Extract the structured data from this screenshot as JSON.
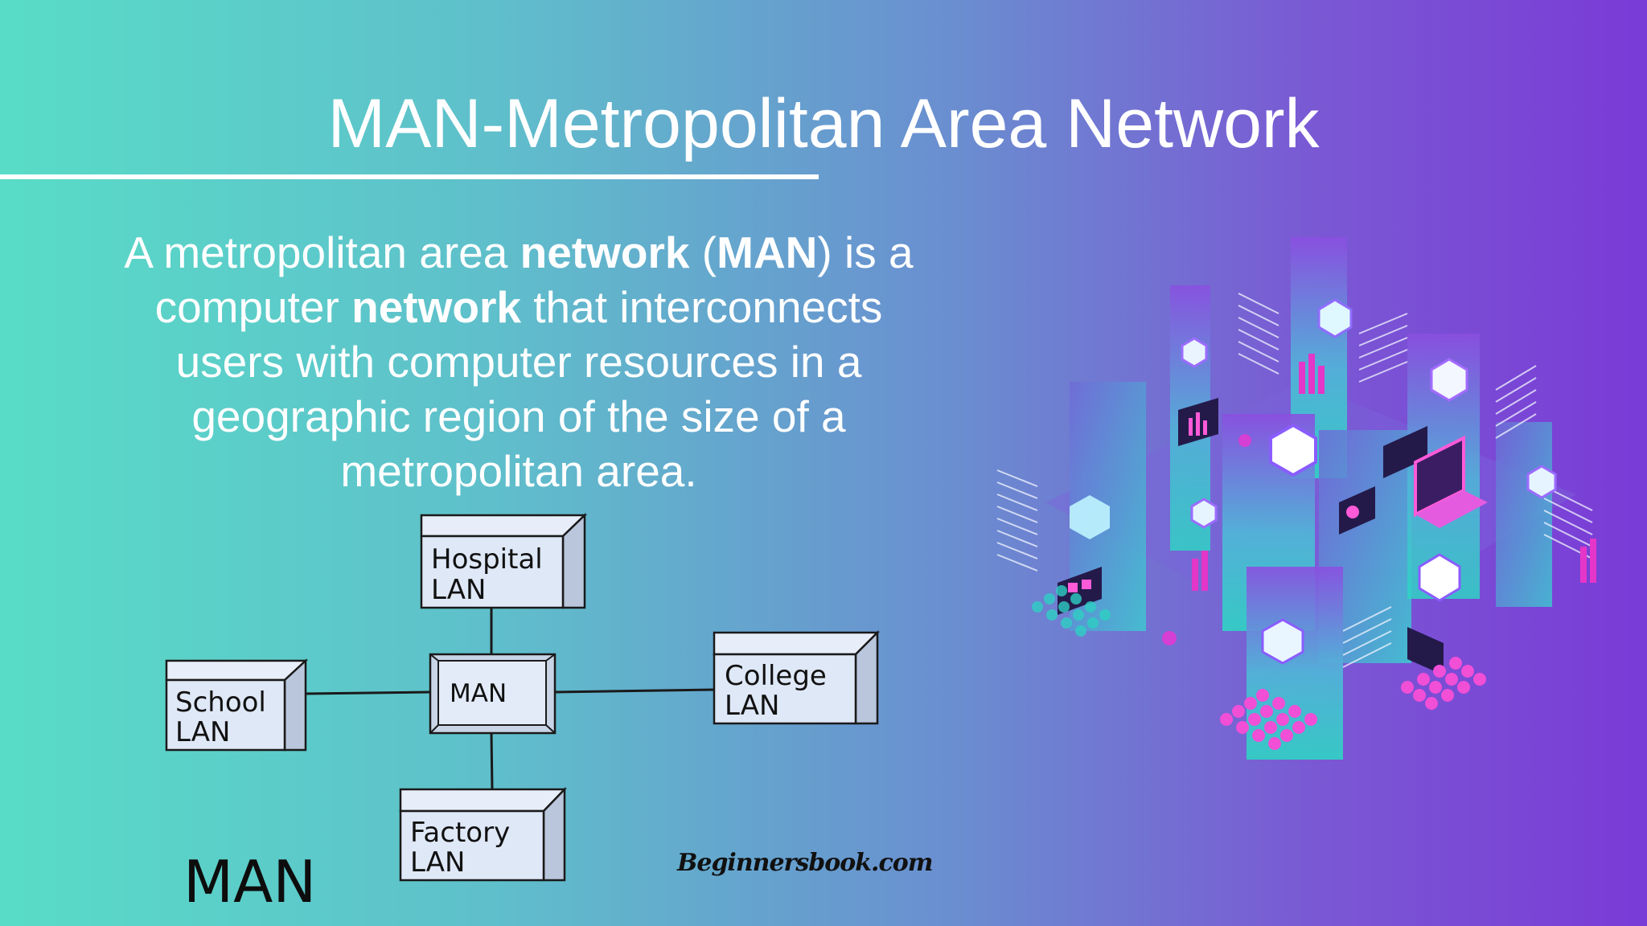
{
  "slide": {
    "title": "MAN-Metropolitan Area Network",
    "definition": {
      "p1": "A metropolitan area ",
      "b1": "network",
      "p2": " (",
      "b2": "MAN",
      "p3": ") is a computer ",
      "b3": "network",
      "p4": " that interconnects users with computer resources in a geographic region of the size of a metropolitan area."
    }
  },
  "diagram": {
    "hub": "MAN",
    "nodes": {
      "hospital": [
        "Hospital",
        "LAN"
      ],
      "school": [
        "School",
        "LAN"
      ],
      "college": [
        "College",
        "LAN"
      ],
      "factory": [
        "Factory",
        "LAN"
      ]
    },
    "caption": "MAN",
    "credit": "Beginnersbook.com"
  },
  "colors": {
    "box_face": "#dfe8f7",
    "box_side": "#b9c6dc",
    "line": "#1a1a1a",
    "accent_magenta": "#e436c8",
    "accent_cyan": "#39d3e6"
  }
}
